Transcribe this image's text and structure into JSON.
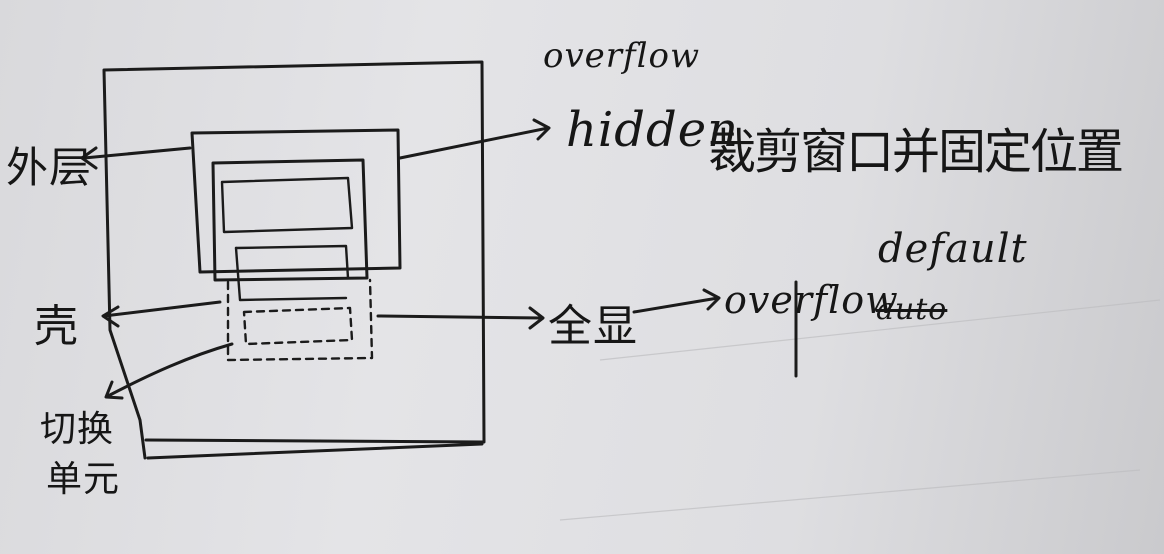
{
  "labels": {
    "overflow_top": "overflow",
    "hidden": "hidden",
    "clip_note": "裁剪窗口并固定位置",
    "outer_layer": "外层",
    "shell": "壳",
    "switch_unit_1": "切换",
    "switch_unit_2": "单元",
    "show_all": "全显",
    "overflow_mid": "overflow",
    "default": "default",
    "auto_struck": "auto"
  },
  "colors": {
    "ink": "#1b1b1b",
    "paper": "#e2e2e5"
  }
}
